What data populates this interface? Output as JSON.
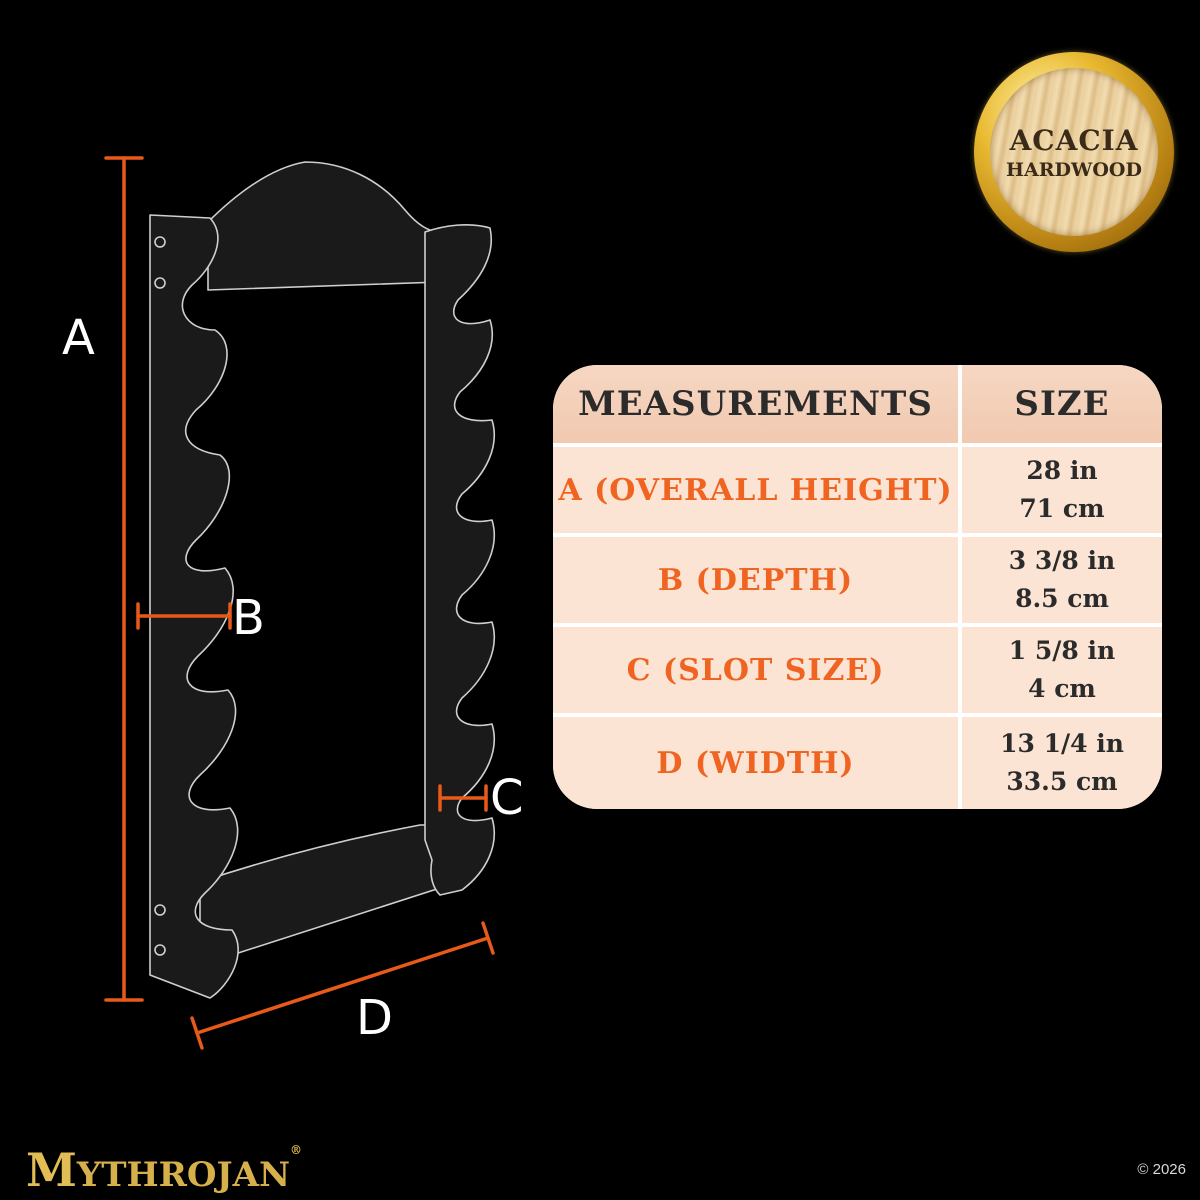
{
  "badge": {
    "line1": "ACACIA",
    "line2": "HARDWOOD"
  },
  "dimensions": {
    "a": "A",
    "b": "B",
    "c": "C",
    "d": "D"
  },
  "table": {
    "header": {
      "measurements": "MEASUREMENTS",
      "size": "SIZE"
    },
    "rows": [
      {
        "label": "A (OVERALL HEIGHT)",
        "imperial": "28 in",
        "metric": "71 cm"
      },
      {
        "label": "B (DEPTH)",
        "imperial": "3  3/8 in",
        "metric": "8.5 cm"
      },
      {
        "label": "C (SLOT SIZE)",
        "imperial": "1  5/8 in",
        "metric": "4 cm"
      },
      {
        "label": "D (WIDTH)",
        "imperial": "13  1/4 in",
        "metric": "33.5 cm"
      }
    ]
  },
  "logo": {
    "initial": "M",
    "rest": "YTHROJAN",
    "registered": "®"
  },
  "copyright": "© 2026",
  "colors": {
    "accent": "#f06422",
    "dimension_line": "#e85a1a",
    "gold": "#d6b04a",
    "table_header": "#f4d0ba",
    "table_row": "#fbe4d3"
  }
}
